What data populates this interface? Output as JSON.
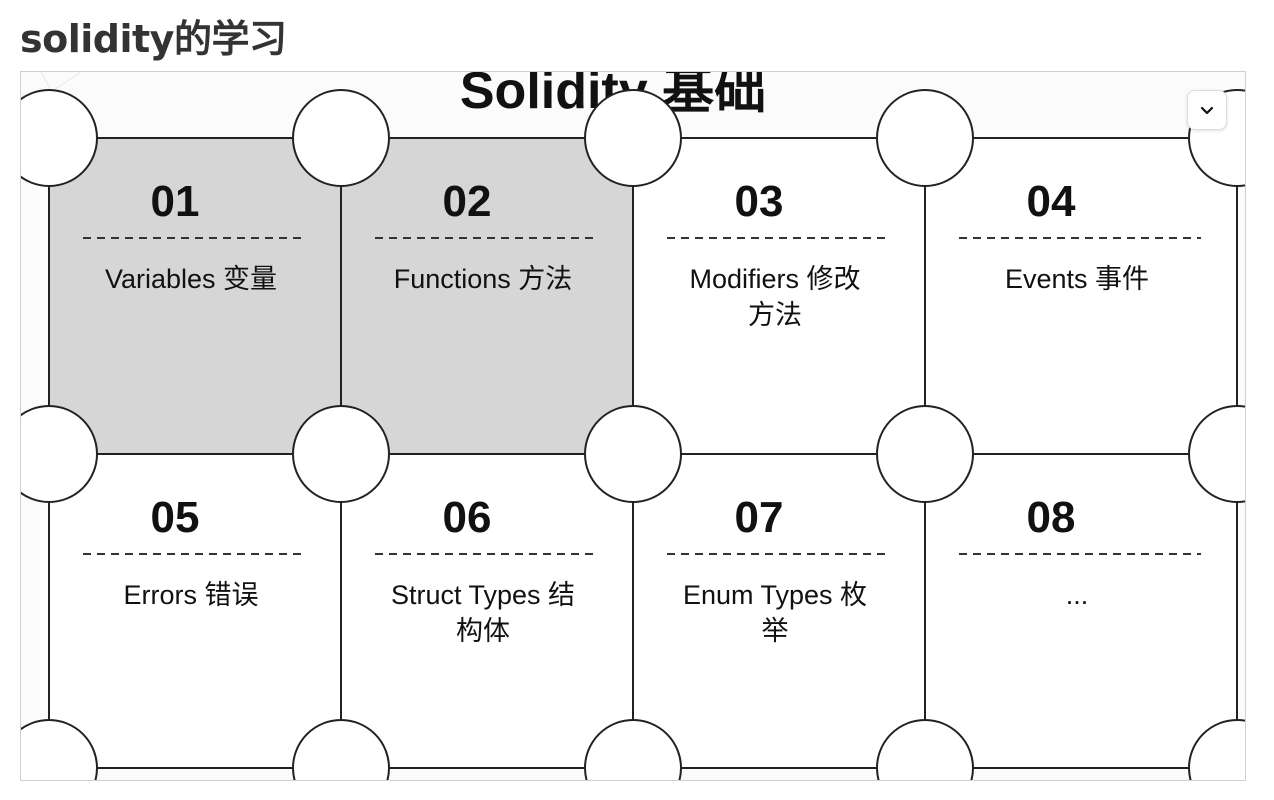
{
  "page": {
    "title": "solidity的学习"
  },
  "slide": {
    "title": "Solidity 基础",
    "expand_icon": "chevron-down-icon",
    "highlight_color": "#d6d6d6",
    "piece_color": "#ffffff",
    "stroke_color": "#222222",
    "pieces": [
      {
        "number": "01",
        "lines": [
          "Variables 变量"
        ],
        "highlighted": true
      },
      {
        "number": "02",
        "lines": [
          "Functions 方法"
        ],
        "highlighted": true
      },
      {
        "number": "03",
        "lines": [
          "Modifiers 修改",
          "方法"
        ],
        "highlighted": false
      },
      {
        "number": "04",
        "lines": [
          "Events 事件"
        ],
        "highlighted": false
      },
      {
        "number": "05",
        "lines": [
          "Errors 错误"
        ],
        "highlighted": false
      },
      {
        "number": "06",
        "lines": [
          "Struct Types 结",
          "构体"
        ],
        "highlighted": false
      },
      {
        "number": "07",
        "lines": [
          "Enum Types 枚",
          "举"
        ],
        "highlighted": false
      },
      {
        "number": "08",
        "lines": [
          "..."
        ],
        "highlighted": false
      }
    ]
  }
}
